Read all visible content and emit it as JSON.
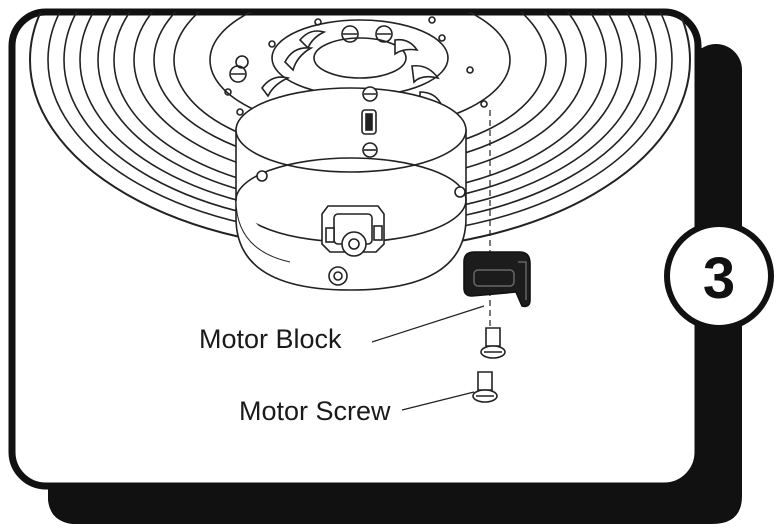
{
  "step": {
    "number": "3"
  },
  "labels": {
    "motor_block": "Motor Block",
    "motor_screw": "Motor Screw"
  },
  "colors": {
    "panel_stroke": "#111111",
    "shadow": "#111111",
    "line": "#222222",
    "motor_block_fill": "#1c1c1c"
  }
}
